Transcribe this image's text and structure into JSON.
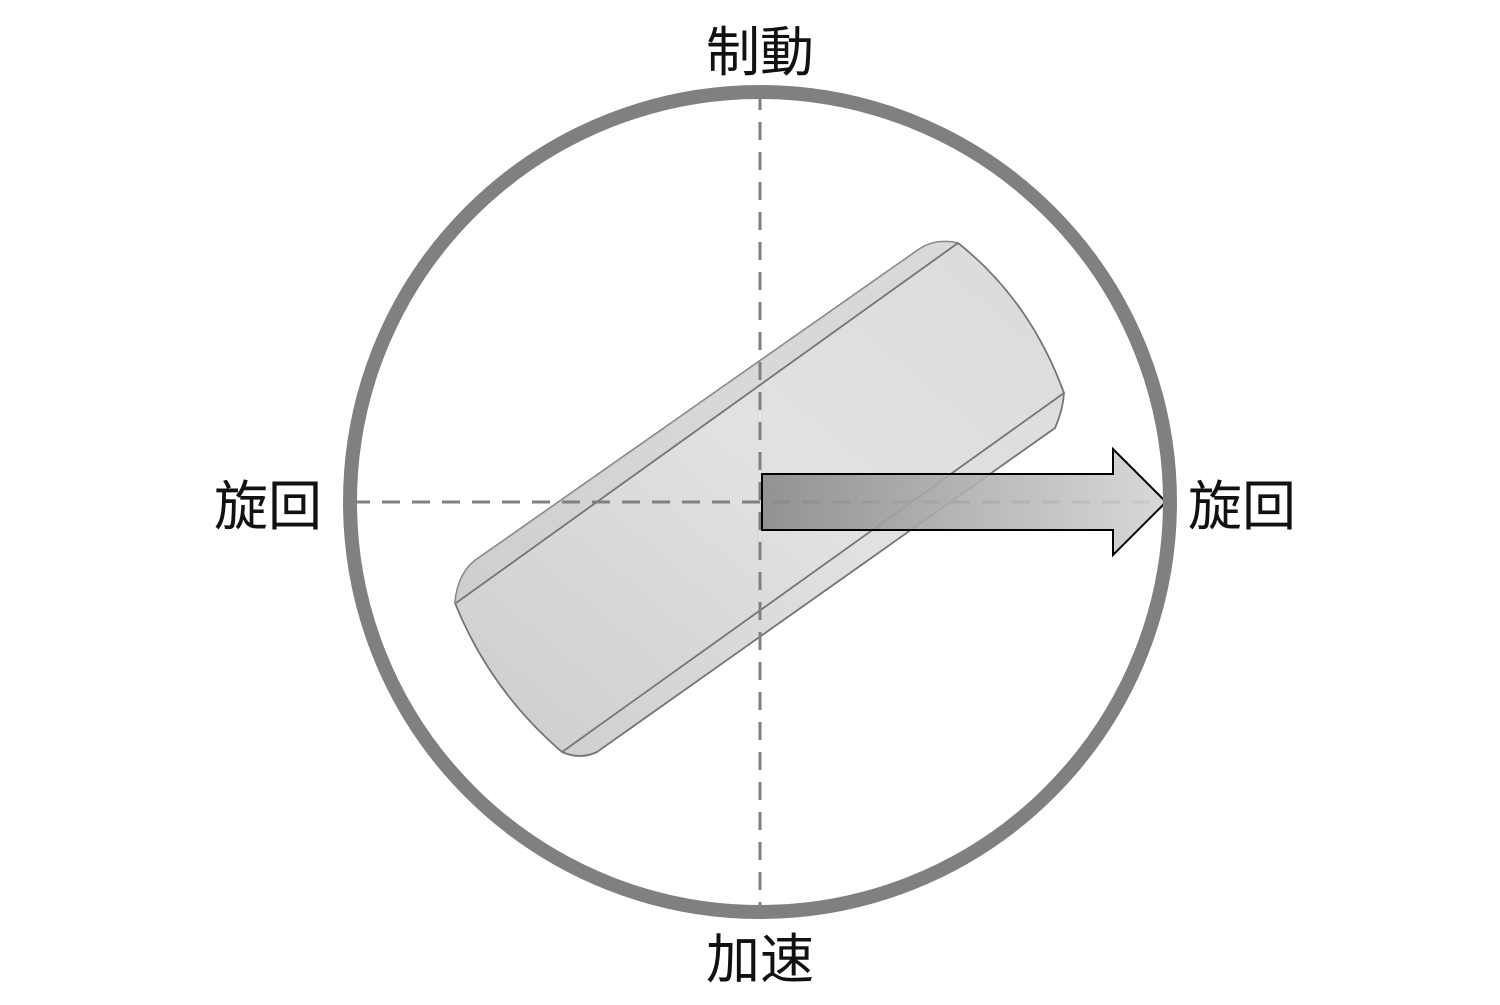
{
  "labels": {
    "top": "制動",
    "bottom": "加速",
    "left": "旋回",
    "right": "旋回"
  },
  "colors": {
    "ring": "#808080",
    "axis": "#808080",
    "tire_fill_light": "#dcdcdc",
    "tire_fill_dark": "#bdbdbd",
    "tire_edge": "#6e6e6e",
    "arrow_fill_light": "#d0d0d0",
    "arrow_fill_dark": "#8c8c8c",
    "arrow_edge": "#000000"
  },
  "icons": {
    "tire": "tire-icon",
    "force_arrow": "right-arrow-icon"
  }
}
